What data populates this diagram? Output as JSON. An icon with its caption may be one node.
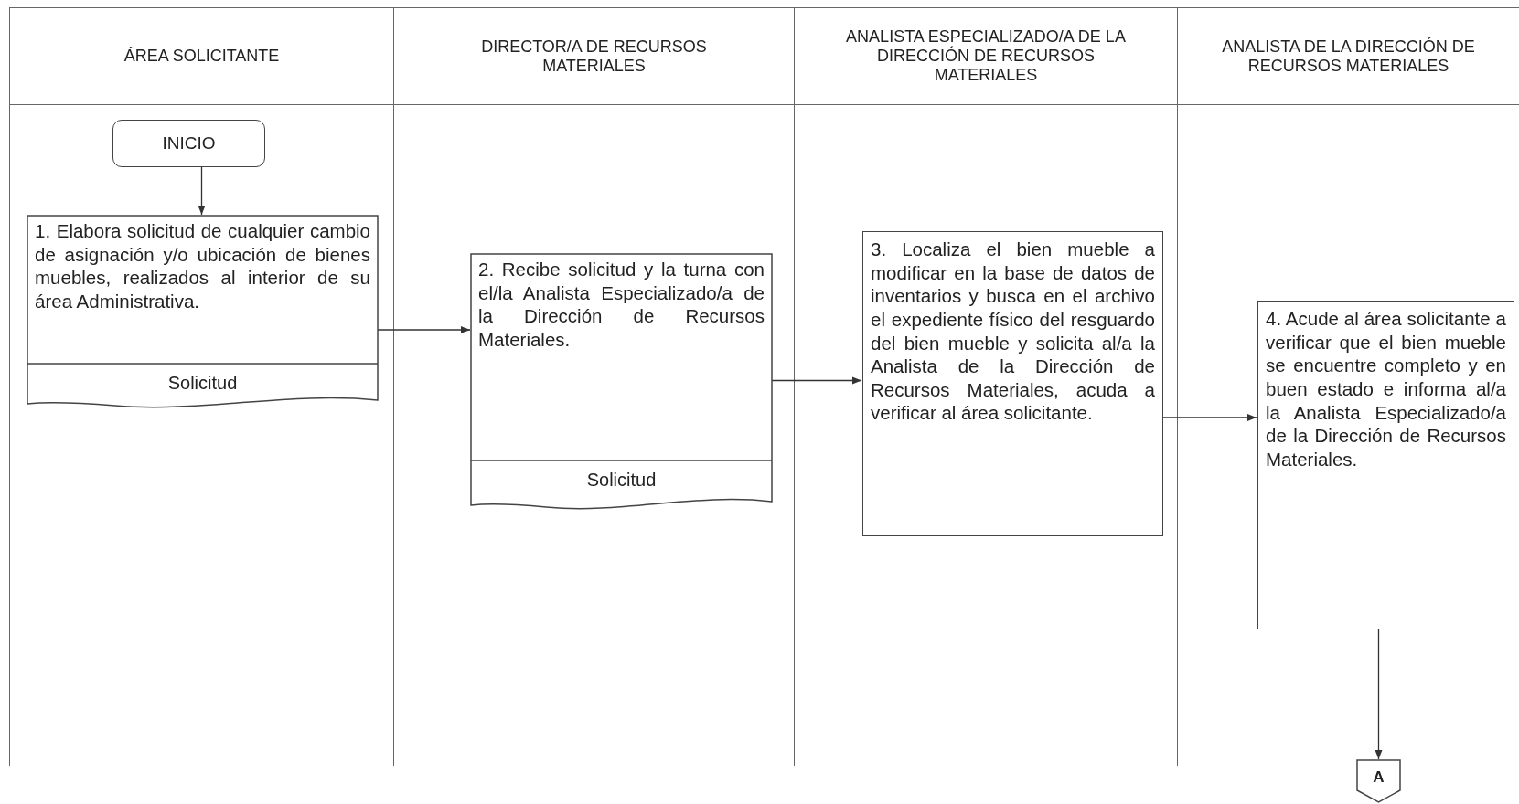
{
  "diagram": {
    "nodes": [
      {
        "text": [
          "ÁREA SOLICITANTE"
        ]
      },
      {
        "text": [
          "DIRECTOR/A DE RECURSOS MATERIALES"
        ]
      },
      {
        "text": [
          "ANALISTA ESPECIALIZADO/A DE LA DIRECCIÓN DE RECURSOS MATERIALES"
        ]
      },
      {
        "text": [
          "ANALISTA DE LA DIRECCIÓN DE RECURSOS MATERIALES"
        ]
      },
      {
        "text": [
          "INICIO"
        ],
        "in": 0
      },
      {
        "text": [
          "1. Elabora solicitud de cualquier cambio de asignación y/o ubicación de bienes muebles, realizados al interior de su área Administrativa.",
          "Solicitud"
        ],
        "in": 0
      },
      {
        "text": [
          "2. Recibe solicitud y la turna con el/la Analista Especializado/a de la Dirección de Recursos Materiales.",
          "Solicitud"
        ],
        "in": 1
      },
      {
        "text": [
          "3. Localiza el bien mueble a modificar en la base de datos de inventarios y busca en el archivo el expediente físico del resguardo del bien mueble y solicita al/a la Analista de la Dirección de Recursos Materiales, acuda a verificar al área solicitante."
        ],
        "in": 2
      },
      {
        "text": [
          "4. Acude al área solicitante a verificar que el bien mueble se encuentre completo y en buen estado e informa al/a la Analista Especializado/a de la Dirección de Recursos Materiales."
        ],
        "in": 3
      },
      {
        "text": [
          "A"
        ]
      }
    ],
    "edges": [
      {
        "from": 4,
        "to": 5,
        "arrow": "to"
      },
      {
        "from": 5,
        "to": 6,
        "arrow": "to"
      },
      {
        "from": 6,
        "to": 7,
        "arrow": "to"
      },
      {
        "from": 7,
        "to": 8,
        "arrow": "to"
      },
      {
        "from": 8,
        "to": 9,
        "arrow": "to"
      }
    ]
  }
}
